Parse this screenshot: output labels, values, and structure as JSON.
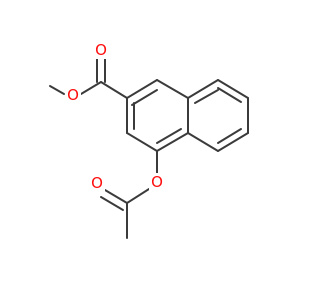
{
  "molecule": {
    "atoms": [
      {
        "symbol": "O",
        "color": "#ff0d0d"
      },
      {
        "symbol": "O",
        "color": "#ff0d0d"
      },
      {
        "symbol": "O",
        "color": "#ff0d0d"
      },
      {
        "symbol": "O",
        "color": "#ff0d0d"
      }
    ],
    "bond_color": "#3b3b3b"
  }
}
